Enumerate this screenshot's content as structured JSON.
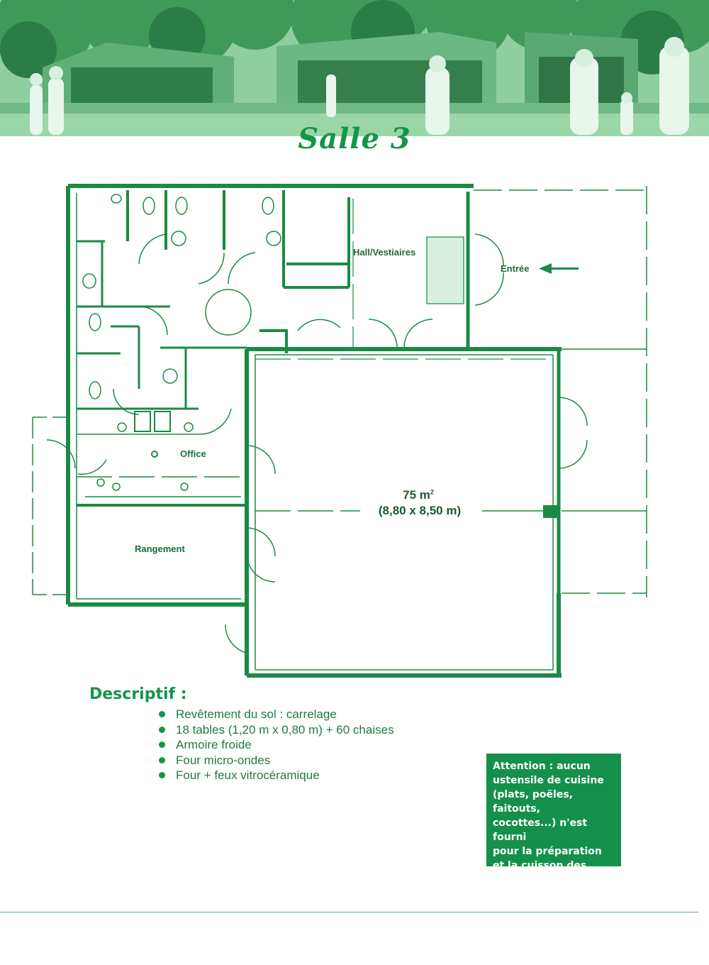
{
  "page": {
    "title": "Salle 3"
  },
  "floorplan": {
    "rooms": {
      "hall": "Hall/Vestiaires",
      "entrance": "Entrée",
      "office": "Office",
      "storage": "Rangement"
    },
    "main_room": {
      "area_value": "75 m",
      "area_exponent": "2",
      "dimensions": "(8,80 x 8,50 m)"
    }
  },
  "descriptif": {
    "title": "Descriptif :",
    "items": [
      "Revêtement du sol : carrelage",
      "18 tables (1,20 m x 0,80 m) + 60 chaises",
      "Armoire froide",
      "Four micro-ondes",
      "Four + feux vitrocéramique"
    ]
  },
  "attention": {
    "text": "Attention : aucun\nustensile de cuisine\n(plats, poëles, faitouts,\ncocottes...) n'est fourni\npour la préparation\net la cuisson des\nrepas."
  },
  "colors": {
    "brand_green": "#13954a",
    "wall_green": "#1b8a44",
    "banner_dark": "#2e7a45",
    "banner_light": "#7cc290"
  }
}
